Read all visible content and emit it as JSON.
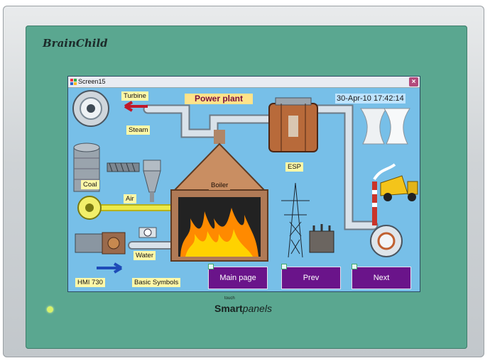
{
  "device": {
    "brand": "BrainChild",
    "logo_prefix": "touch",
    "logo_bold": "Smart",
    "logo_rest": "panels"
  },
  "window": {
    "title": "Screen15",
    "close_glyph": "×"
  },
  "hmi": {
    "title": "Power plant",
    "datetime": "30-Apr-10 17:42:14",
    "labels": {
      "turbine": "Turbine",
      "steam": "Steam",
      "coal": "Coal",
      "air": "Air",
      "boiler": "Boiler",
      "esp": "ESP",
      "water": "Water",
      "model": "HMI 730",
      "symbols": "Basic Symbols"
    },
    "buttons": {
      "main": "Main page",
      "prev": "Prev",
      "next": "Next"
    }
  },
  "colors": {
    "screen_bg": "#77bfe8",
    "panel_green": "#5aa790",
    "button_purple": "#6a148a",
    "label_yellow": "#fff8a8"
  }
}
